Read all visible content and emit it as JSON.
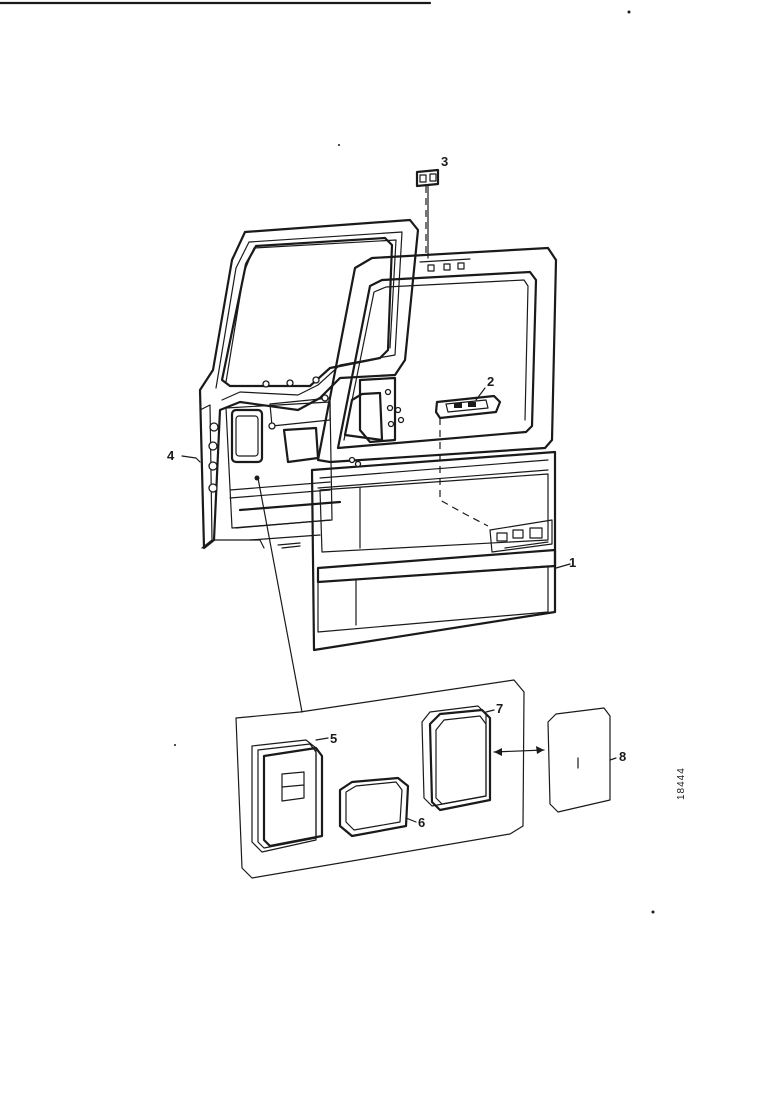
{
  "diagram": {
    "part_labels": {
      "door_panel": "1",
      "handle": "2",
      "hinge": "3",
      "door_frame": "4",
      "window_kit_a": "5",
      "window_kit_b": "6",
      "window_kit_c": "7",
      "window_cover": "8"
    },
    "reference_number": "18444"
  }
}
